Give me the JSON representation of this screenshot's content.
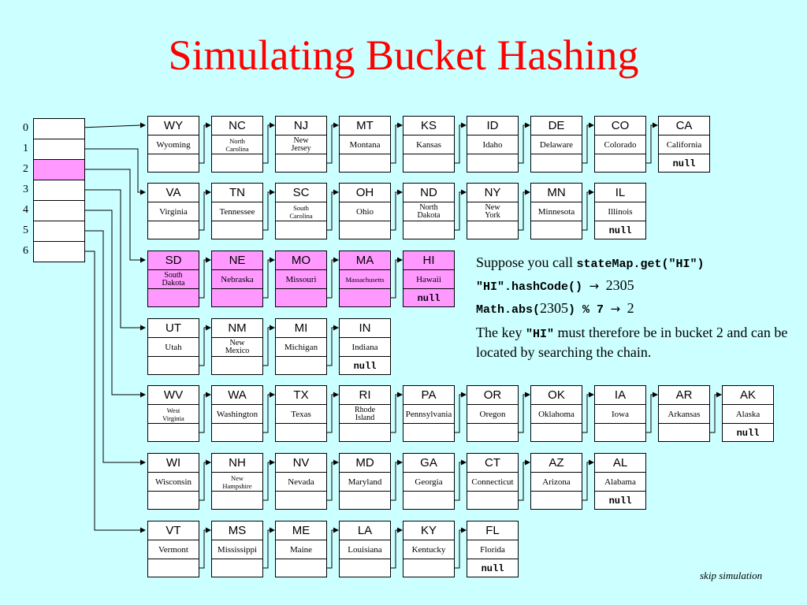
{
  "title": "Simulating Bucket Hashing",
  "colors": {
    "background": "#ccffff",
    "title": "#ff0000",
    "highlight": "#ff99ff"
  },
  "table": {
    "indices": [
      "0",
      "1",
      "2",
      "3",
      "4",
      "5",
      "6"
    ],
    "highlighted_bucket": 2
  },
  "chains": [
    {
      "highlight": false,
      "nodes": [
        {
          "abbr": "WY",
          "name": "Wyoming"
        },
        {
          "abbr": "NC",
          "name": "North Carolina"
        },
        {
          "abbr": "NJ",
          "name": "New Jersey"
        },
        {
          "abbr": "MT",
          "name": "Montana"
        },
        {
          "abbr": "KS",
          "name": "Kansas"
        },
        {
          "abbr": "ID",
          "name": "Idaho"
        },
        {
          "abbr": "DE",
          "name": "Delaware"
        },
        {
          "abbr": "CO",
          "name": "Colorado"
        },
        {
          "abbr": "CA",
          "name": "California"
        }
      ]
    },
    {
      "highlight": false,
      "nodes": [
        {
          "abbr": "VA",
          "name": "Virginia"
        },
        {
          "abbr": "TN",
          "name": "Tennessee"
        },
        {
          "abbr": "SC",
          "name": "South Carolina"
        },
        {
          "abbr": "OH",
          "name": "Ohio"
        },
        {
          "abbr": "ND",
          "name": "North Dakota"
        },
        {
          "abbr": "NY",
          "name": "New York"
        },
        {
          "abbr": "MN",
          "name": "Minnesota"
        },
        {
          "abbr": "IL",
          "name": "Illinois"
        }
      ]
    },
    {
      "highlight": true,
      "nodes": [
        {
          "abbr": "SD",
          "name": "South Dakota"
        },
        {
          "abbr": "NE",
          "name": "Nebraska"
        },
        {
          "abbr": "MO",
          "name": "Missouri"
        },
        {
          "abbr": "MA",
          "name": "Massachusetts"
        },
        {
          "abbr": "HI",
          "name": "Hawaii"
        }
      ]
    },
    {
      "highlight": false,
      "nodes": [
        {
          "abbr": "UT",
          "name": "Utah"
        },
        {
          "abbr": "NM",
          "name": "New Mexico"
        },
        {
          "abbr": "MI",
          "name": "Michigan"
        },
        {
          "abbr": "IN",
          "name": "Indiana"
        }
      ]
    },
    {
      "highlight": false,
      "nodes": [
        {
          "abbr": "WV",
          "name": "West Virginia"
        },
        {
          "abbr": "WA",
          "name": "Washington"
        },
        {
          "abbr": "TX",
          "name": "Texas"
        },
        {
          "abbr": "RI",
          "name": "Rhode Island"
        },
        {
          "abbr": "PA",
          "name": "Pennsylvania"
        },
        {
          "abbr": "OR",
          "name": "Oregon"
        },
        {
          "abbr": "OK",
          "name": "Oklahoma"
        },
        {
          "abbr": "IA",
          "name": "Iowa"
        },
        {
          "abbr": "AR",
          "name": "Arkansas"
        },
        {
          "abbr": "AK",
          "name": "Alaska"
        }
      ]
    },
    {
      "highlight": false,
      "nodes": [
        {
          "abbr": "WI",
          "name": "Wisconsin"
        },
        {
          "abbr": "NH",
          "name": "New Hampshire"
        },
        {
          "abbr": "NV",
          "name": "Nevada"
        },
        {
          "abbr": "MD",
          "name": "Maryland"
        },
        {
          "abbr": "GA",
          "name": "Georgia"
        },
        {
          "abbr": "CT",
          "name": "Connecticut"
        },
        {
          "abbr": "AZ",
          "name": "Arizona"
        },
        {
          "abbr": "AL",
          "name": "Alabama"
        }
      ]
    },
    {
      "highlight": false,
      "nodes": [
        {
          "abbr": "VT",
          "name": "Vermont"
        },
        {
          "abbr": "MS",
          "name": "Mississippi"
        },
        {
          "abbr": "ME",
          "name": "Maine"
        },
        {
          "abbr": "LA",
          "name": "Louisiana"
        },
        {
          "abbr": "KY",
          "name": "Kentucky"
        },
        {
          "abbr": "FL",
          "name": "Florida"
        }
      ]
    }
  ],
  "null_label": "null",
  "explanation": {
    "line1_text": "Suppose you call",
    "line1_code": "stateMap.get(\"HI\")",
    "line2_code": "\"HI\".hashCode()",
    "line2_arrow": "→",
    "line2_value": "2305",
    "line3_code_a": "Math.abs(",
    "line3_value": "2305",
    "line3_code_b": ") % 7",
    "line3_arrow": "→",
    "line3_result": "2",
    "line4_text_a": "The key",
    "line4_code": "\"HI\"",
    "line4_text_b": "must therefore be in bucket 2 and can be located by searching the chain."
  },
  "skip_link": "skip simulation"
}
